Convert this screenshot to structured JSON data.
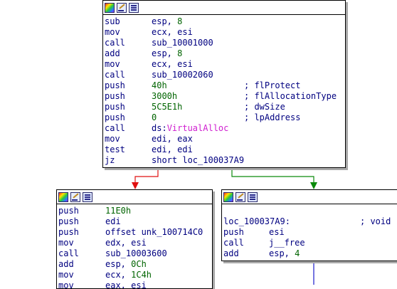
{
  "colors": {
    "edge_false": "#e01010",
    "edge_true": "#0a8a0a",
    "edge_normal": "#1a1acc",
    "number": "#006400",
    "import": "#d020d0",
    "text": "#000080"
  },
  "toolbar_icons": [
    "color-icon",
    "edit-icon",
    "graph-icon"
  ],
  "node_main": {
    "lines": [
      {
        "mn": "sub",
        "ops": [
          {
            "t": "esp, ",
            "c": "op"
          },
          {
            "t": "8",
            "c": "num"
          }
        ]
      },
      {
        "mn": "mov",
        "ops": [
          {
            "t": "ecx, esi",
            "c": "op"
          }
        ]
      },
      {
        "mn": "call",
        "ops": [
          {
            "t": "sub_10001000",
            "c": "op"
          }
        ]
      },
      {
        "mn": "add",
        "ops": [
          {
            "t": "esp, ",
            "c": "op"
          },
          {
            "t": "8",
            "c": "num"
          }
        ]
      },
      {
        "mn": "mov",
        "ops": [
          {
            "t": "ecx, esi",
            "c": "op"
          }
        ]
      },
      {
        "mn": "call",
        "ops": [
          {
            "t": "sub_10002060",
            "c": "op"
          }
        ]
      },
      {
        "mn": "push",
        "ops": [
          {
            "t": "40h",
            "c": "num"
          }
        ],
        "cmt": "; flProtect"
      },
      {
        "mn": "push",
        "ops": [
          {
            "t": "3000h",
            "c": "num"
          }
        ],
        "cmt": "; flAllocationType"
      },
      {
        "mn": "push",
        "ops": [
          {
            "t": "5C5E1h",
            "c": "num"
          }
        ],
        "cmt": "; dwSize"
      },
      {
        "mn": "push",
        "ops": [
          {
            "t": "0",
            "c": "num"
          }
        ],
        "cmt": "; lpAddress"
      },
      {
        "mn": "call",
        "ops": [
          {
            "t": "ds:",
            "c": "op"
          },
          {
            "t": "VirtualAlloc",
            "c": "imp"
          }
        ]
      },
      {
        "mn": "mov",
        "ops": [
          {
            "t": "edi, eax",
            "c": "op"
          }
        ]
      },
      {
        "mn": "test",
        "ops": [
          {
            "t": "edi, edi",
            "c": "op"
          }
        ]
      },
      {
        "mn": "jz",
        "ops": [
          {
            "t": "short loc_100037A9",
            "c": "op"
          }
        ]
      }
    ]
  },
  "node_left": {
    "lines": [
      {
        "mn": "push",
        "ops": [
          {
            "t": "11E0h",
            "c": "num"
          }
        ]
      },
      {
        "mn": "push",
        "ops": [
          {
            "t": "edi",
            "c": "op"
          }
        ]
      },
      {
        "mn": "push",
        "ops": [
          {
            "t": "offset unk_100714C0",
            "c": "op"
          }
        ]
      },
      {
        "mn": "mov",
        "ops": [
          {
            "t": "edx, esi",
            "c": "op"
          }
        ]
      },
      {
        "mn": "call",
        "ops": [
          {
            "t": "sub_10003600",
            "c": "op"
          }
        ]
      },
      {
        "mn": "add",
        "ops": [
          {
            "t": "esp, ",
            "c": "op"
          },
          {
            "t": "0Ch",
            "c": "num"
          }
        ]
      },
      {
        "mn": "mov",
        "ops": [
          {
            "t": "ecx, ",
            "c": "op"
          },
          {
            "t": "1C4h",
            "c": "num"
          }
        ]
      },
      {
        "mn": "mov",
        "ops": [
          {
            "t": "eax, esi",
            "c": "op"
          }
        ]
      }
    ]
  },
  "node_right": {
    "label": "loc_100037A9:",
    "label_cmt": "; void",
    "lines": [
      {
        "mn": "push",
        "ops": [
          {
            "t": "esi",
            "c": "op"
          }
        ]
      },
      {
        "mn": "call",
        "ops": [
          {
            "t": "j__free",
            "c": "op"
          }
        ]
      },
      {
        "mn": "add",
        "ops": [
          {
            "t": "esp, ",
            "c": "op"
          },
          {
            "t": "4",
            "c": "num"
          }
        ]
      }
    ]
  }
}
